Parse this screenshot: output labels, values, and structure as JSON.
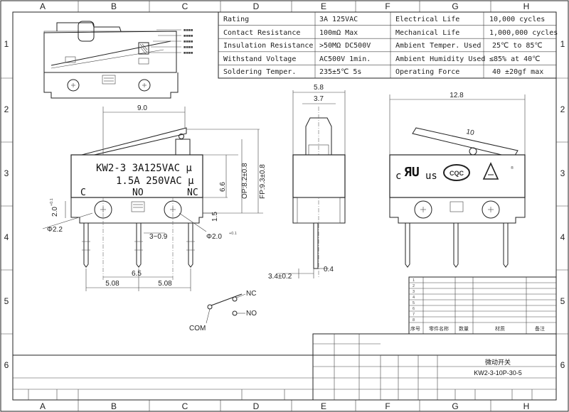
{
  "frame": {
    "columns": [
      "A",
      "B",
      "C",
      "D",
      "E",
      "F",
      "G",
      "H"
    ],
    "rows": [
      "1",
      "2",
      "3",
      "4",
      "5",
      "6"
    ]
  },
  "spec_table": [
    {
      "label": "Rating",
      "value": "3A  125VAC",
      "label2": "Electrical Life",
      "value2": "10,000 cycles"
    },
    {
      "label": "Contact Resistance",
      "value": "100mΩ  Max",
      "label2": "Mechanical Life",
      "value2": "1,000,000 cycles"
    },
    {
      "label": "Insulation Resistance",
      "value": ">50MΩ  DC500V",
      "label2": "Ambient Temper. Used",
      "value2": "25℃ to 85℃"
    },
    {
      "label": "Withstand Voltage",
      "value": "AC500V  1min.",
      "label2": "Ambient Humidity Used",
      "value2": "≤85% at 40℃"
    },
    {
      "label": "Soldering Temper.",
      "value": "235±5℃ 5s",
      "label2": "Operating Force",
      "value2": "40 ±20gf max"
    }
  ],
  "front_view": {
    "marking_line1": "KW2-3  3A125VAC μ",
    "marking_line2": "1.5A  250VAC  μ",
    "terminal_c": "C",
    "terminal_no": "NO",
    "terminal_nc": "NC"
  },
  "dimensions": {
    "lever_length": "9.0",
    "height_66": "6.6",
    "op_height": "OP:8.2±0.8",
    "fp_height": "FP:9.3±0.8",
    "pin_height": "2.0",
    "pin_tol": "+0.1",
    "hole_left": "Φ2.2",
    "pin_spacing_top": "3~0.9",
    "hole_right": "Φ2.0",
    "hole_right_tol": "+0.1",
    "height_15": "1.5",
    "pitch_65": "6.5",
    "pitch_left": "5.08",
    "pitch_right": "5.08",
    "width_58": "5.8",
    "width_37": "3.7",
    "pin_pos": "3.4±0.2",
    "pin_thick": "0.4",
    "length_128": "12.8",
    "lever_10": "10"
  },
  "schematic": {
    "nc": "NC",
    "no": "NO",
    "com": "COM"
  },
  "bom_headers": {
    "no": "序号",
    "part": "零件名称",
    "qty": "数量",
    "material": "材质",
    "remark": "备注"
  },
  "title_block": {
    "product_name": "微动开关",
    "part_number": "KW2-3-10P-30-5"
  }
}
